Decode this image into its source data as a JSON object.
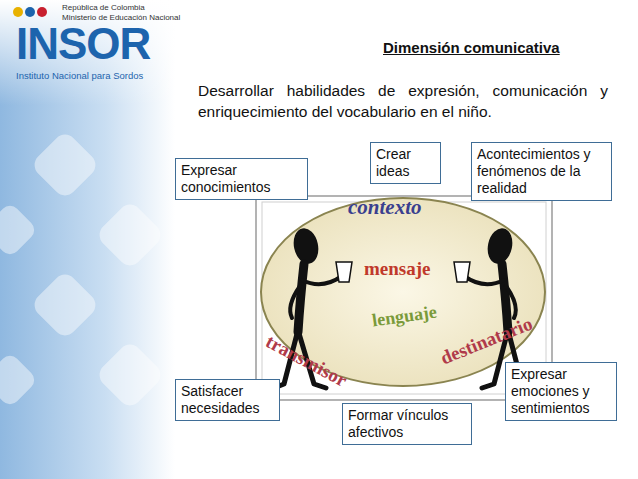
{
  "diagram": {
    "title": "Dimensión comunicativa",
    "nodes": [
      {
        "text": [
          "Expresar conocimientos"
        ]
      },
      {
        "text": [
          "Crear ideas"
        ]
      },
      {
        "text": [
          "Acontecimientos y fenómenos de la realidad"
        ]
      },
      {
        "text": [
          "Satisfacer necesidades"
        ]
      },
      {
        "text": [
          "Formar vínculos afectivos"
        ]
      },
      {
        "text": [
          "Expresar emociones y sentimientos"
        ]
      }
    ],
    "labels": [
      "República de Colombia",
      "Ministerio de Educación Nacional",
      "INSOR",
      "Instituto Nacional para Sordos",
      "Desarrollar habilidades de expresión, comunicación y enriquecimiento del vocabulario en el niño.",
      "contexto",
      "mensaje",
      "lenguaje",
      "transmisor",
      "destinatario"
    ]
  }
}
